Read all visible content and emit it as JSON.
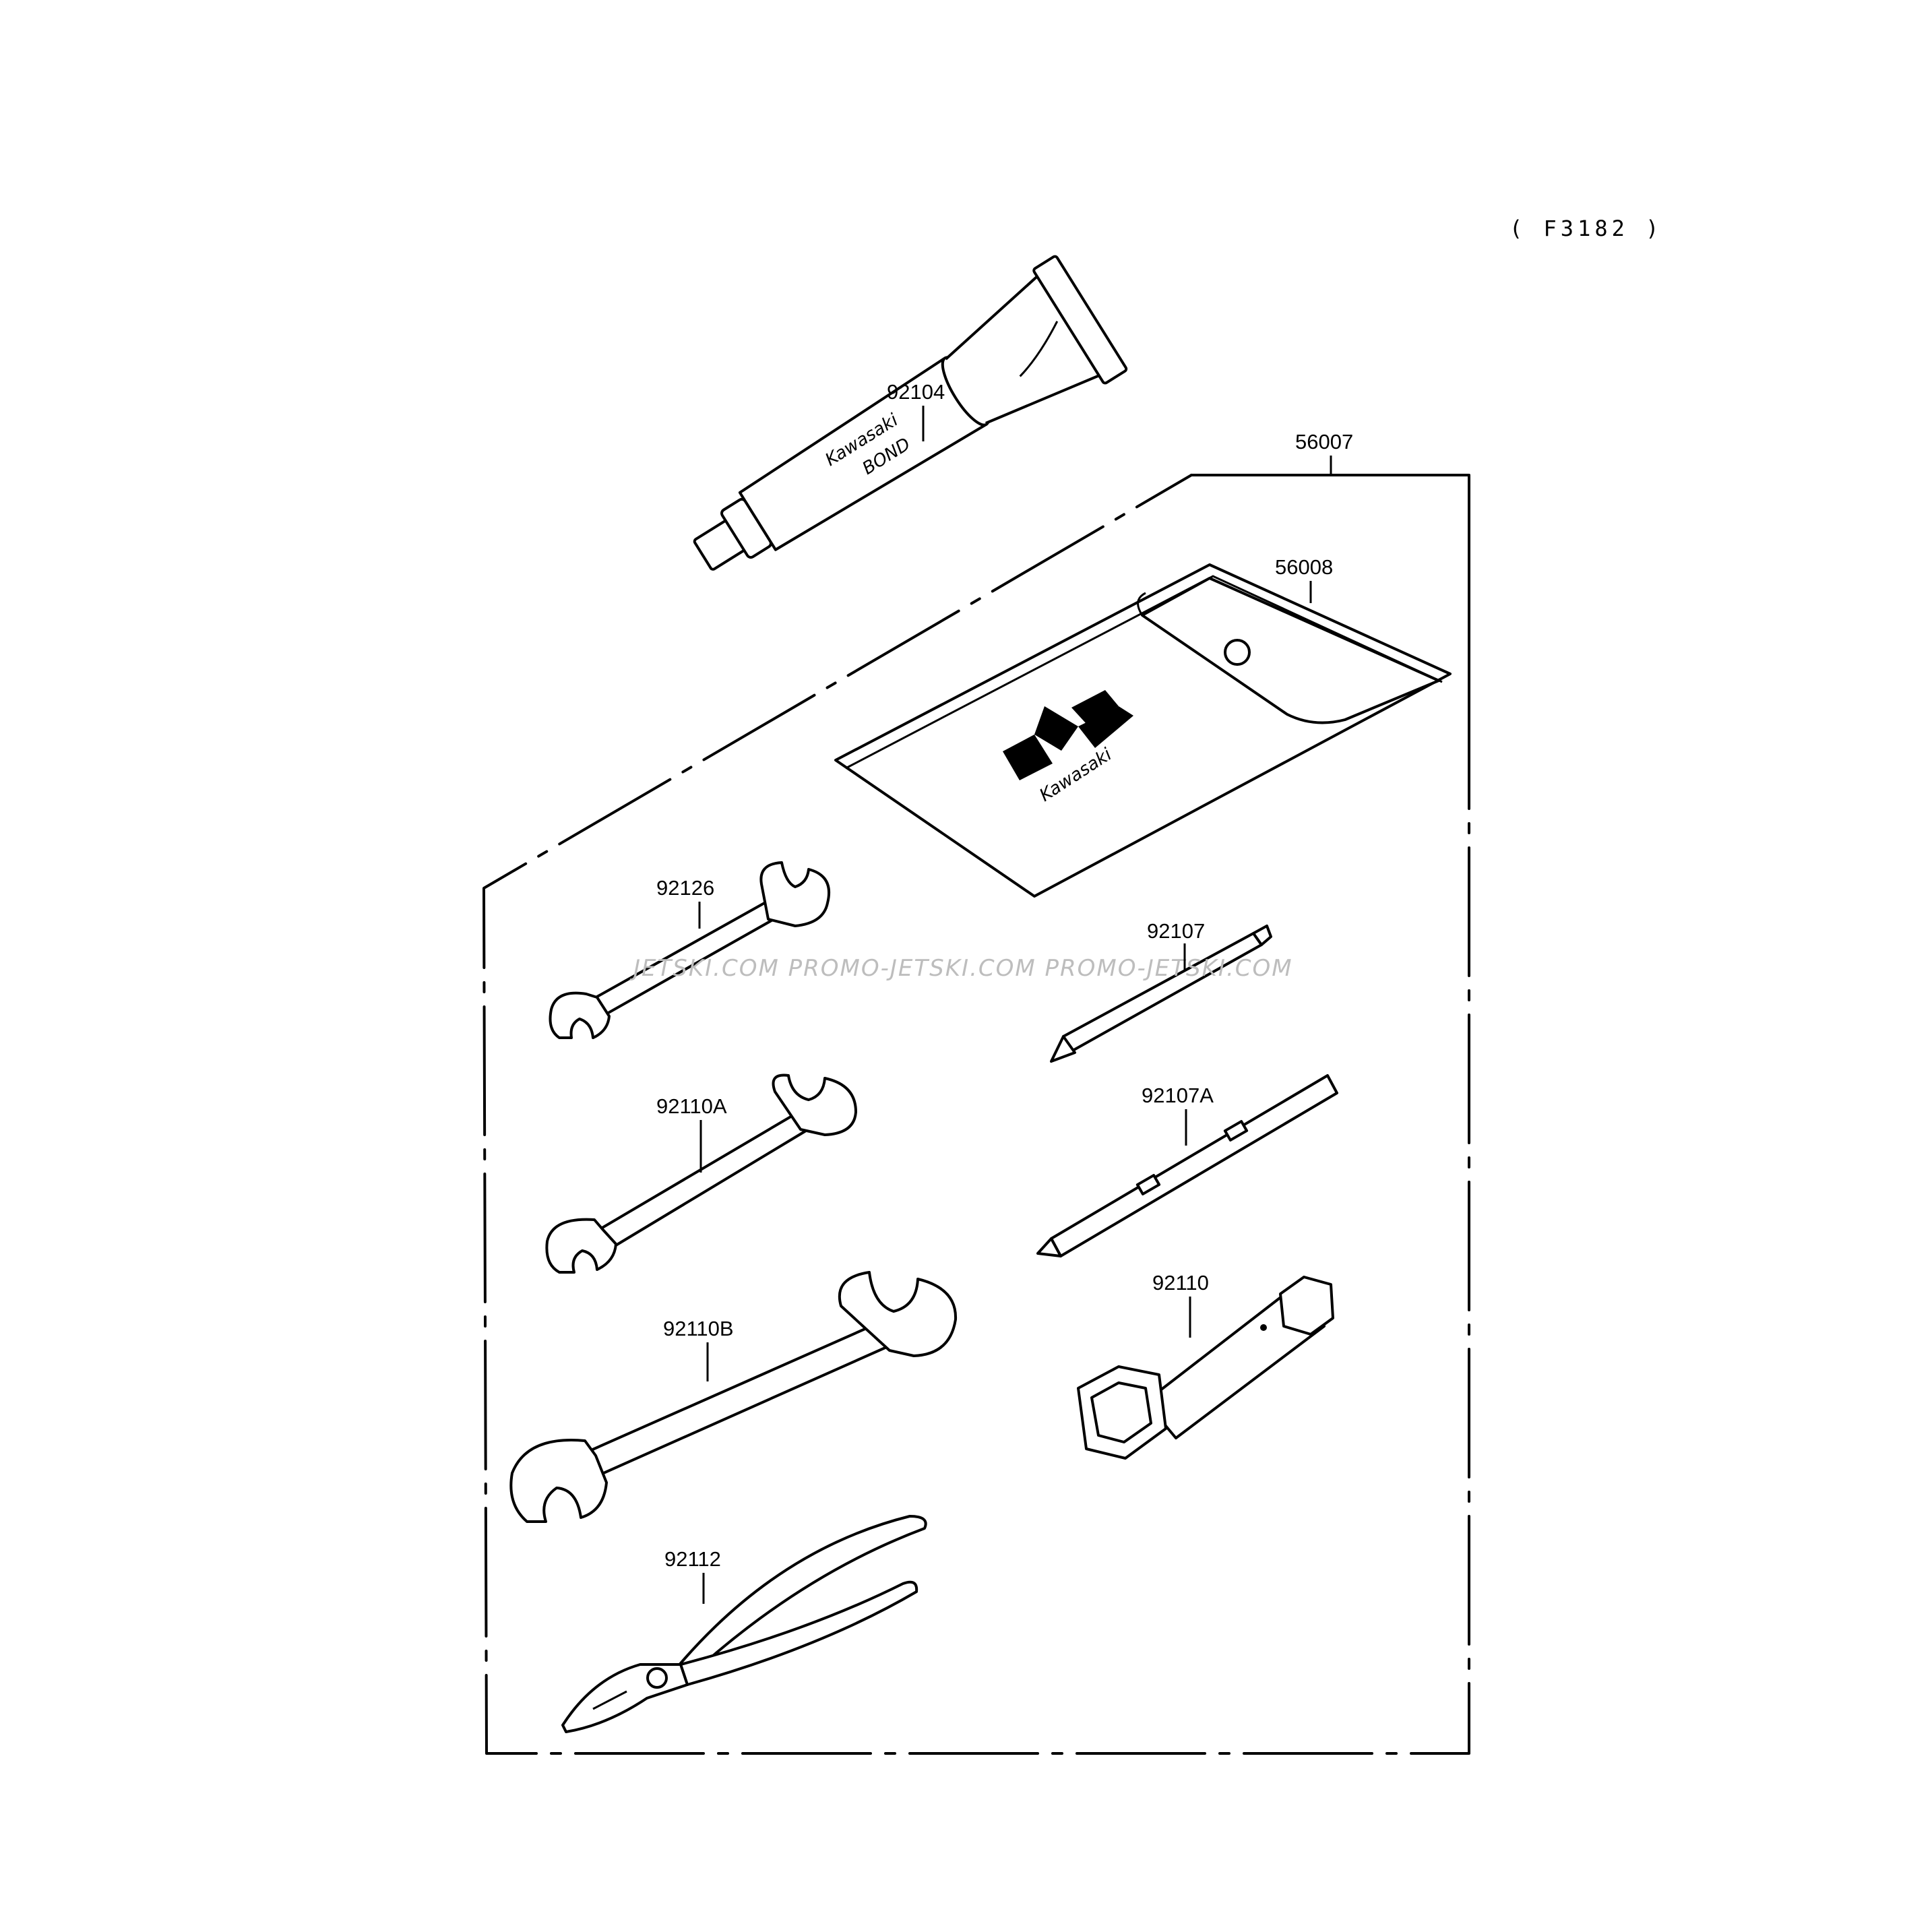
{
  "reference_code": "( F3182 )",
  "watermark": "JETSKI.COM  PROMO-JETSKI.COM  PROMO-JETSKI.COM",
  "brand": {
    "name": "Kawasaki",
    "tube_text_1": "Kawasaki",
    "tube_text_2": "BOND"
  },
  "parts": [
    {
      "id": "p92104",
      "number": "92104",
      "icon": "bond-tube-icon"
    },
    {
      "id": "p56007",
      "number": "56007",
      "icon": "tool-kit-frame-icon"
    },
    {
      "id": "p56008",
      "number": "56008",
      "icon": "tool-pouch-icon"
    },
    {
      "id": "p92126",
      "number": "92126",
      "icon": "small-open-end-wrench-icon"
    },
    {
      "id": "p92107",
      "number": "92107",
      "icon": "screwdriver-bit-icon"
    },
    {
      "id": "p92110A",
      "number": "92110A",
      "icon": "medium-open-end-wrench-icon"
    },
    {
      "id": "p92107A",
      "number": "92107A",
      "icon": "screwdriver-handle-icon"
    },
    {
      "id": "p92110",
      "number": "92110",
      "icon": "spark-plug-socket-wrench-icon"
    },
    {
      "id": "p92110B",
      "number": "92110B",
      "icon": "large-open-end-wrench-icon"
    },
    {
      "id": "p92112",
      "number": "92112",
      "icon": "pliers-icon"
    }
  ],
  "colors": {
    "ink": "#000000",
    "paper": "#ffffff",
    "watermark": "#bdbdbd"
  }
}
